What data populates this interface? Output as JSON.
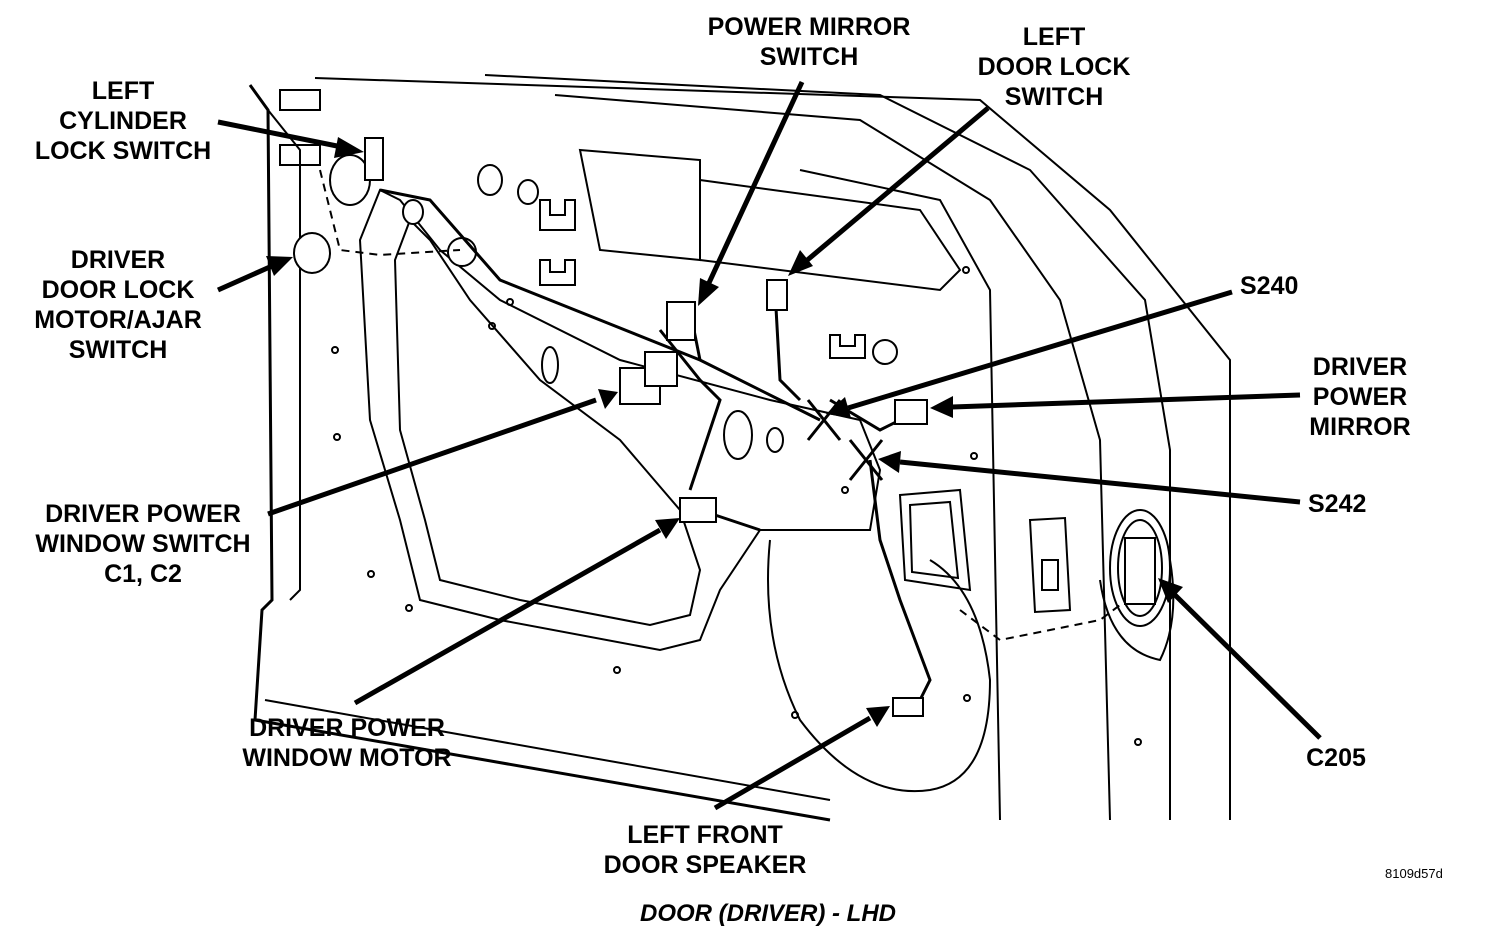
{
  "labels": {
    "left_cylinder_lock_switch": [
      "LEFT",
      "CYLINDER",
      "LOCK SWITCH"
    ],
    "power_mirror_switch": [
      "POWER MIRROR",
      "SWITCH"
    ],
    "left_door_lock_switch": [
      "LEFT",
      "DOOR LOCK",
      "SWITCH"
    ],
    "driver_door_lock_motor_ajar_switch": [
      "DRIVER",
      "DOOR LOCK",
      "MOTOR/AJAR",
      "SWITCH"
    ],
    "s240": "S240",
    "driver_power_mirror": [
      "DRIVER",
      "POWER",
      "MIRROR"
    ],
    "s242": "S242",
    "driver_power_window_switch": [
      "DRIVER POWER",
      "WINDOW SWITCH",
      "C1, C2"
    ],
    "driver_power_window_motor": [
      "DRIVER POWER",
      "WINDOW MOTOR"
    ],
    "c205": "C205",
    "left_front_door_speaker": [
      "LEFT FRONT",
      "DOOR SPEAKER"
    ]
  },
  "figure_id": "8109d57d",
  "caption": "DOOR (DRIVER) - LHD"
}
